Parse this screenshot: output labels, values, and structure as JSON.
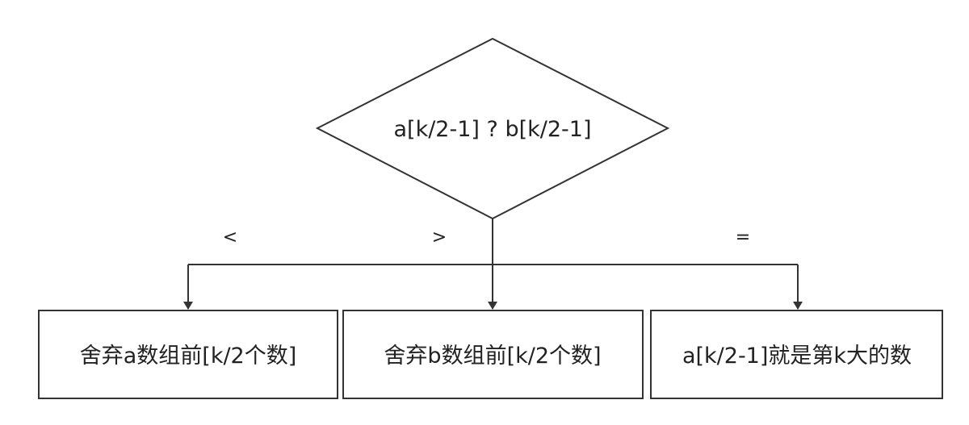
{
  "decision": {
    "label": "a[k/2-1] ? b[k/2-1]"
  },
  "branches": {
    "less_label": "<",
    "greater_label": ">",
    "equal_label": "="
  },
  "outcomes": {
    "discard_a": "舍弃a数组前[k/2个数]",
    "discard_b": "舍弃b数组前[k/2个数]",
    "kth_found": "a[k/2-1]就是第k大的数"
  },
  "colors": {
    "stroke": "#333333",
    "text": "#222222",
    "background": "#ffffff"
  }
}
